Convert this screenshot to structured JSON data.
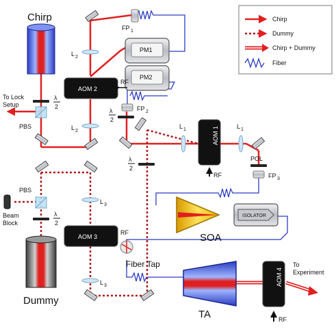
{
  "labels": {
    "chirp": "Chirp",
    "dummy": "Dummy",
    "to_lock_setup_1": "To Lock",
    "to_lock_setup_2": "Setup",
    "pbs_top": "PBS",
    "pbs_bottom": "PBS",
    "beam_block_1": "Beam",
    "beam_block_2": "Block",
    "aom2": "AOM 2",
    "aom3": "AOM 3",
    "aom1": "AOM 1",
    "aom4": "AOM 4",
    "rf_aom2": "RF",
    "rf_aom3": "RF",
    "rf_aom1": "RF",
    "rf_aom4": "RF",
    "pm1": "PM1",
    "pm2": "PM2",
    "fp1": "FP",
    "fp1_sub": "1",
    "fp2": "FP",
    "fp2_sub": "2",
    "fp3": "FP",
    "fp3_sub": "3",
    "l1_a": "L",
    "l1_a_sub": "1",
    "l1_b": "L",
    "l1_b_sub": "1",
    "l2_a": "L",
    "l2_a_sub": "2",
    "l2_b": "L",
    "l2_b_sub": "2",
    "l3_a": "L",
    "l3_a_sub": "3",
    "l3_b": "L",
    "l3_b_sub": "3",
    "pol": "POL",
    "soa": "SOA",
    "isolator": "ISOLATOR",
    "fiber_tap": "Fiber Tap",
    "ta": "TA",
    "to_experiment_1": "To",
    "to_experiment_2": "Experiment",
    "lambda": "λ",
    "two": "2"
  },
  "legend": {
    "items": [
      {
        "label": "Chirp",
        "style": "solid"
      },
      {
        "label": "Dummy",
        "style": "dotted"
      },
      {
        "label": "Chirp + Dummy",
        "style": "double"
      },
      {
        "label": "Fiber",
        "style": "fiber"
      }
    ]
  },
  "colors": {
    "beam": "#e02020",
    "fiber": "#2b3bbf",
    "box_dark": "#111111",
    "metal": "#c9ccd3",
    "soa_gold": "#e8b800"
  }
}
